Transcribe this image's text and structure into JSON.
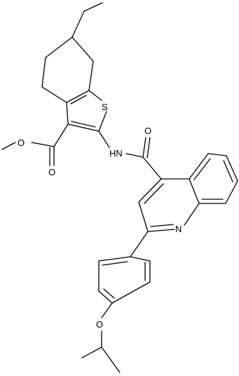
{
  "molecule": {
    "atoms": {
      "S1": "S",
      "O1": "O",
      "O2": "O",
      "NH": "HN",
      "O3": "O",
      "N1": "N",
      "O4": "O"
    }
  },
  "colors": {
    "bond": "#000000",
    "label": "#000000",
    "background": "#ffffff"
  }
}
